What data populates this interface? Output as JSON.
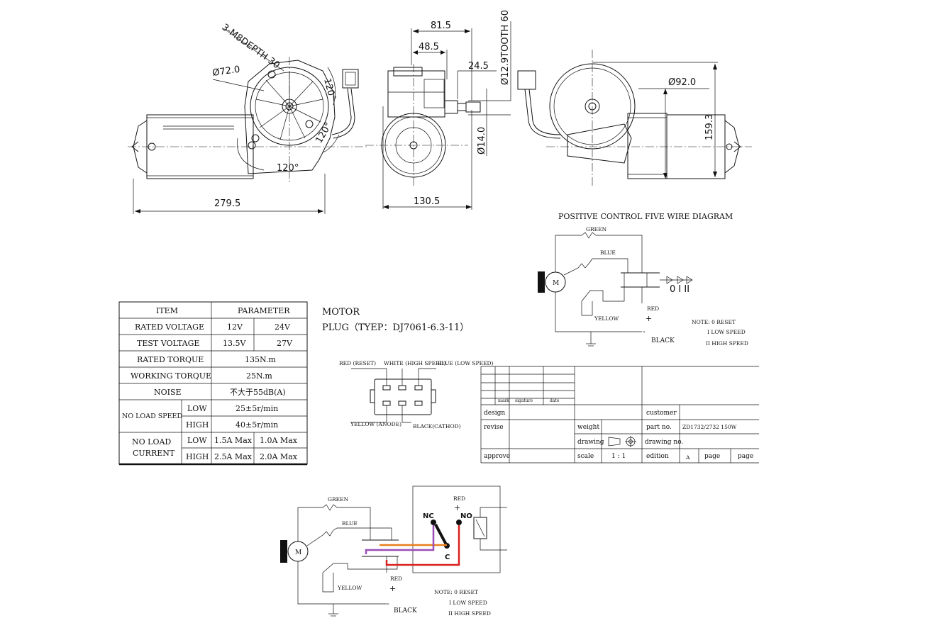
{
  "drawing": {
    "dimensions": {
      "d279_5": "279.5",
      "d130_5": "130.5",
      "d81_5": "81.5",
      "d48_5": "48.5",
      "d24_5": "24.5",
      "d14_0": "Ø14.0",
      "d72_0": "Ø72.0",
      "d92_0": "Ø92.0",
      "d159_3": "159.3",
      "shaft": "Ø12.9TOOTH 60",
      "thread": "3-M8DEPTH 30",
      "angle_a": "120°",
      "angle_b": "120°",
      "angle_c": "120°"
    }
  },
  "wiring_top": {
    "title": "POSITIVE CONTROL FIVE WIRE DIAGRAM",
    "green": "GREEN",
    "blue": "BLUE",
    "yellow": "YELLOW",
    "red": "RED",
    "plus": "+",
    "minus": "-",
    "black": "BLACK",
    "motor": "M",
    "positions": "0 I II",
    "note1": "NOTE: 0 RESET",
    "note2": "I  LOW SPEED",
    "note3": "II HIGH SPEED"
  },
  "params": {
    "header_item": "ITEM",
    "header_param": "PARAMETER",
    "rated_voltage": "RATED VOLTAGE",
    "rv1": "12V",
    "rv2": "24V",
    "test_voltage": "TEST VOLTAGE",
    "tv1": "13.5V",
    "tv2": "27V",
    "rated_torque": "RATED TORQUE",
    "rt": "135N.m",
    "working_torque": "WORKING TORQUE",
    "wt": "25N.m",
    "noise": "NOISE",
    "nv": "不大于55dB(A)",
    "nls": "NO LOAD SPEED",
    "low": "LOW",
    "high": "HIGH",
    "nls_low": "25±5r/min",
    "nls_high": "40±5r/min",
    "nlc1": "NO LOAD",
    "nlc2": "CURRENT",
    "c_low1": "1.5A Max",
    "c_low2": "1.0A Max",
    "c_high1": "2.5A Max",
    "c_high2": "2.0A Max"
  },
  "plug": {
    "motor": "MOTOR",
    "type": "PLUG（TYEP：DJ7061-6.3-11）",
    "red": "RED (RESET)",
    "white": "WHITE (HIGH SPEED)",
    "blue": "BLUE (LOW SPEED)",
    "yellow": "YELLOW (ANODE)",
    "black": "BLACK(CATHOD)"
  },
  "title_block": {
    "mark": "mark",
    "signature": "sigature",
    "date": "date",
    "design": "design",
    "revise": "revise",
    "approve": "approve",
    "weight": "weight",
    "drawing": "drawing",
    "scale": "scale",
    "scale_val": "1 : 1",
    "customer": "customer",
    "part_no": "part no.",
    "part_val": "ZD1732/2732 150W",
    "drawing_no": "drawing no.",
    "edition": "edition",
    "edition_val": "A",
    "page1": "page",
    "page2": "page"
  },
  "wiring_bottom": {
    "green": "GREEN",
    "blue": "BLUE",
    "yellow": "YELLOW",
    "red": "RED",
    "plus": "+",
    "minus": "-",
    "black": "BLACK",
    "motor": "M",
    "relay_red": "RED",
    "relay_plus": "+",
    "nc": "NC",
    "no": "NO",
    "c": "C",
    "note1": "NOTE: 0 RESET",
    "note2": "I  LOW SPEED",
    "note3": "II HIGH SPEED",
    "orange": "#e87f1c",
    "purple": "#9a4fb8",
    "redc": "#d9201f"
  }
}
